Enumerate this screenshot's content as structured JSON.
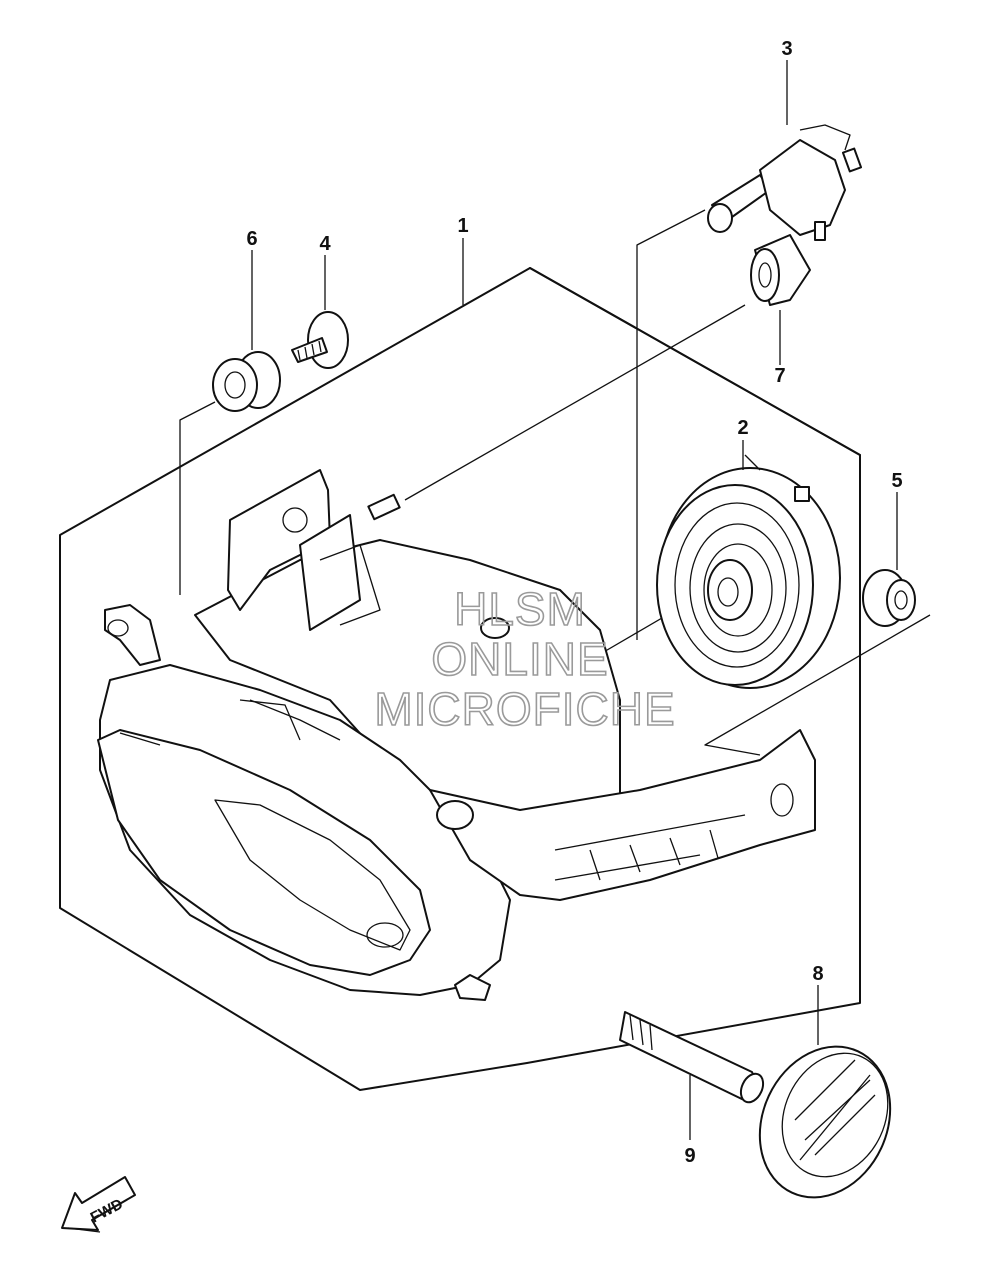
{
  "callouts": {
    "c1": "1",
    "c2": "2",
    "c3": "3",
    "c4": "4",
    "c5": "5",
    "c6": "6",
    "c7": "7",
    "c8": "8",
    "c9": "9"
  },
  "watermark": {
    "line1": "HLSM",
    "line2": "ONLINE",
    "line3": "MICROFICHE"
  },
  "fwd_label": "FWD"
}
